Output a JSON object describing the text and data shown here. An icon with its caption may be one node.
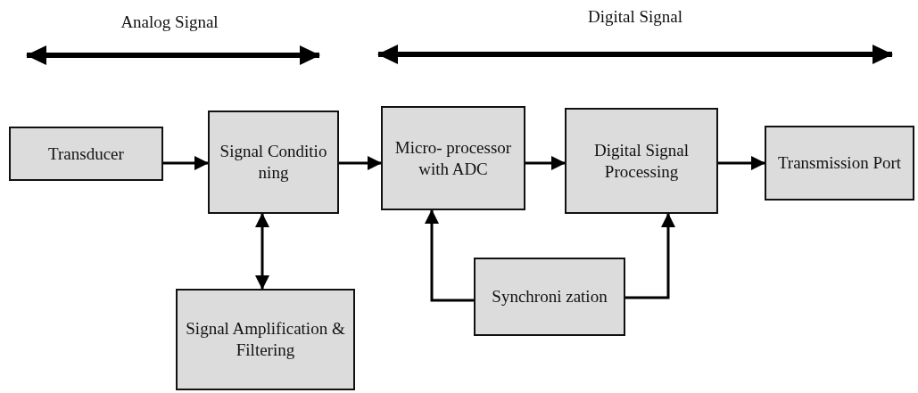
{
  "diagram": {
    "nodes": [
      {
        "text": [
          "Transducer"
        ]
      },
      {
        "text": [
          "Signal Conditio ning"
        ]
      },
      {
        "text": [
          "Micro- processor with ADC"
        ]
      },
      {
        "text": [
          "Digital Signal Processing"
        ]
      },
      {
        "text": [
          "Transmission Port"
        ]
      },
      {
        "text": [
          "Signal Amplification & Filtering"
        ]
      },
      {
        "text": [
          "Synchroni zation"
        ]
      }
    ],
    "edges": [
      {
        "from": 0,
        "to": 1,
        "arrow": "to"
      },
      {
        "from": 1,
        "to": 2,
        "arrow": "to"
      },
      {
        "from": 2,
        "to": 3,
        "arrow": "to"
      },
      {
        "from": 3,
        "to": 4,
        "arrow": "to"
      },
      {
        "from": 1,
        "to": 5,
        "arrow": "both"
      },
      {
        "from": 6,
        "to": 2,
        "arrow": "to"
      },
      {
        "from": 6,
        "to": 3,
        "arrow": "to"
      }
    ],
    "labels": [
      "Analog Signal",
      "Digital Signal"
    ]
  }
}
